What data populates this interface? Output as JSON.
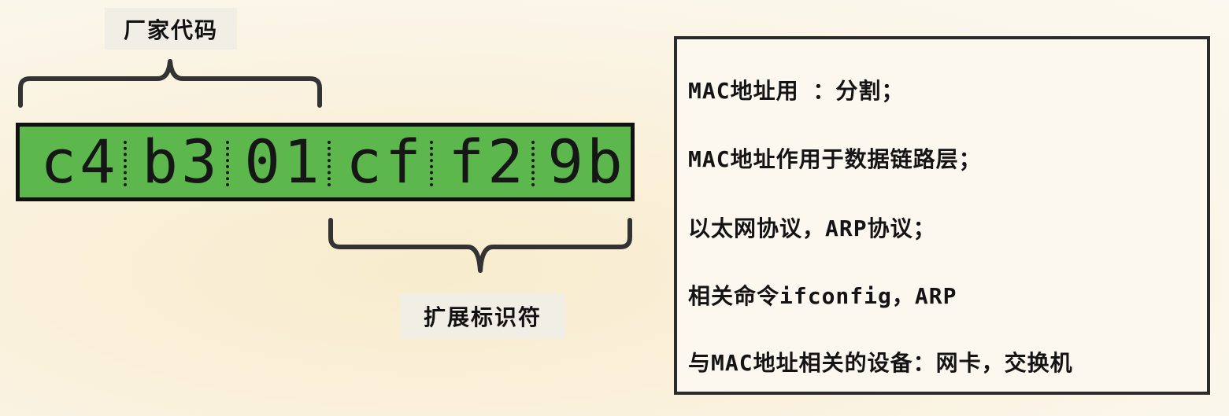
{
  "mac_diagram": {
    "vendor_label": "厂家代码",
    "extension_label": "扩展标识符",
    "octets": [
      "c4",
      "b3",
      "01",
      "cf",
      "f2",
      "9b"
    ],
    "bar_color": "#5cb84c"
  },
  "info_panel": {
    "lines": [
      "MAC地址用 ：分割；",
      "MAC地址作用于数据链路层；",
      "以太网协议，ARP协议；",
      "相关命令ifconfig，ARP",
      "与MAC地址相关的设备：网卡，交换机"
    ]
  }
}
